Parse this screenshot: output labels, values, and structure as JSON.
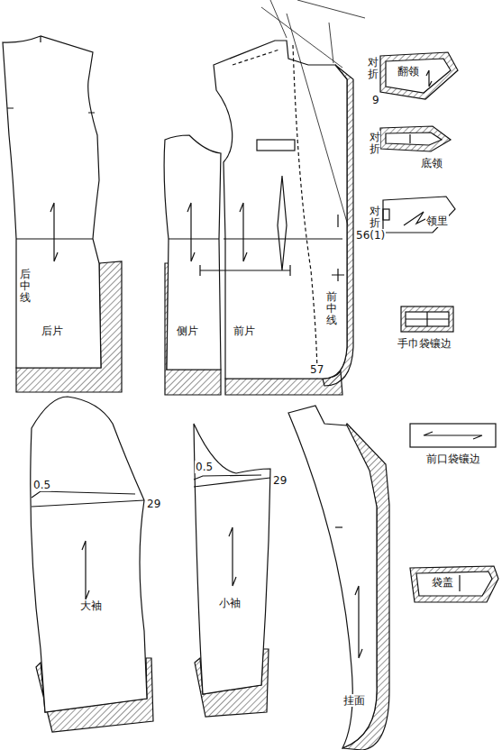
{
  "diagram": {
    "labels": [
      "后中线",
      "后片",
      "侧片",
      "前片",
      "前中线",
      "56(1)",
      "57",
      "对折",
      "9",
      "翻领",
      "对折",
      "底领",
      "对折",
      "领里",
      "手巾袋镶边",
      "0.5",
      "29",
      "大袖",
      "0.5",
      "29",
      "小袖",
      "挂面",
      "前口袋镶边",
      "袋盖"
    ]
  }
}
